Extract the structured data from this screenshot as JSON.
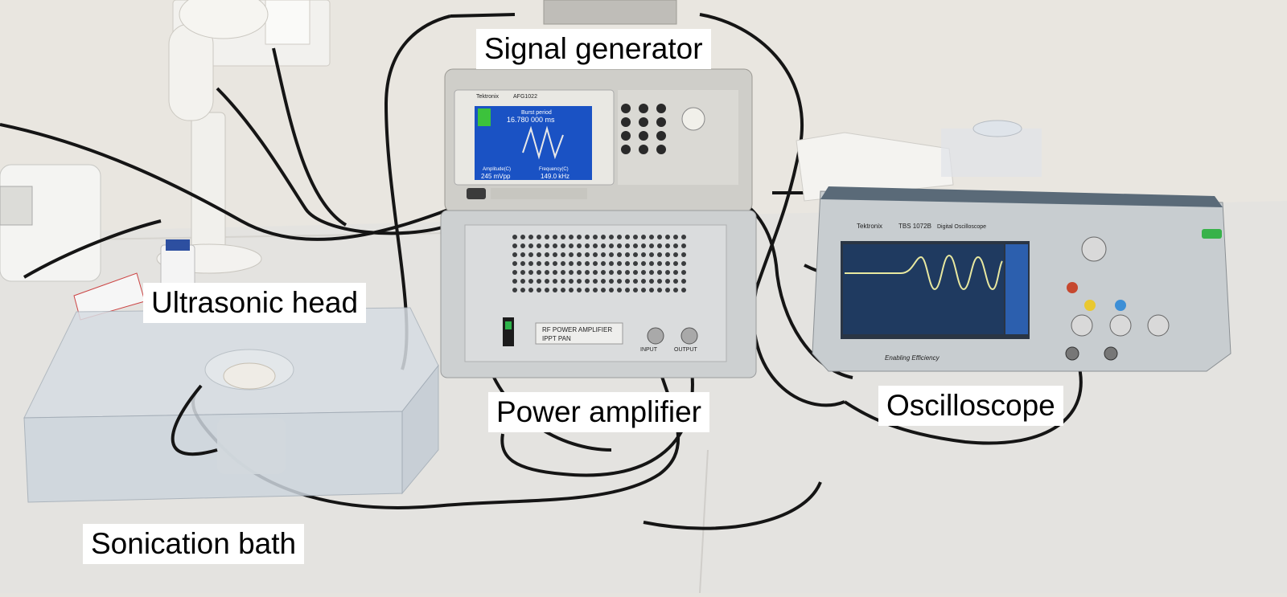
{
  "labels": {
    "signal_generator": "Signal generator",
    "ultrasonic_head": "Ultrasonic head",
    "power_amplifier": "Power amplifier",
    "oscilloscope": "Oscilloscope",
    "sonication_bath": "Sonication bath"
  },
  "devices": {
    "signal_generator": {
      "brand": "Tektronix",
      "model": "AFG1022",
      "screen_title": "Burst period",
      "screen_value": "16.780 000 ms",
      "amplitude_label": "Amplitude(C)",
      "amplitude_value": "245 mVpp",
      "frequency_label": "Frequency(C)",
      "frequency_value": "149.0 kHz"
    },
    "power_amplifier": {
      "plate_line1": "RF POWER AMPLIFIER",
      "plate_line2": "IPPT PAN",
      "input_label": "INPUT",
      "output_label": "OUTPUT"
    },
    "oscilloscope": {
      "brand": "Tektronix",
      "model": "TBS 1072B",
      "subtitle": "Digital Oscilloscope",
      "tagline": "Enabling Efficiency"
    }
  },
  "colors": {
    "label_background": "#ffffff",
    "generator_screen": "#1a52c4",
    "oscilloscope_screen": "#1f3a60",
    "waveform": "#e8e8a0",
    "bath_acrylic": "#cfd8e0",
    "cable": "#151515"
  }
}
